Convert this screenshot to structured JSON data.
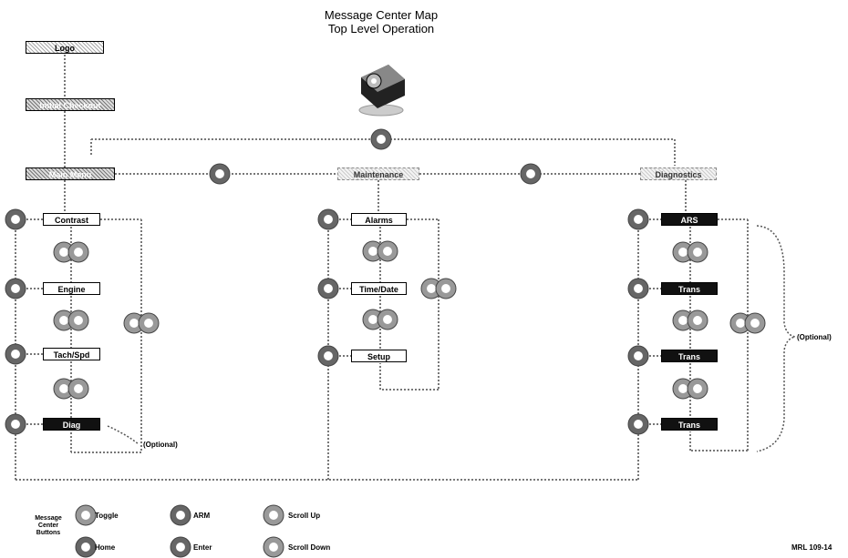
{
  "title": {
    "line1": "Message Center Map",
    "line2": "Top Level Operation"
  },
  "nodes": {
    "logo": "Logo",
    "system_check": "Initial Checkout",
    "main_menu": "Main Menu",
    "center_menu": "Maintenance",
    "right_menu": "Diagnostics",
    "contrast": "Contrast",
    "engine": "Engine",
    "tachspd": "Tach/Spd",
    "left_dark": "Diag",
    "alarms": "Alarms",
    "timedate": "Time/Date",
    "setup": "Setup",
    "r1": "ARS",
    "r2": "Trans",
    "r3": "Trans",
    "r4": "Trans"
  },
  "annotations": {
    "optional_left": "(Optional)",
    "optional_right": "(Optional)"
  },
  "legend": {
    "heading": "Message\nCenter\nButtons",
    "items": [
      {
        "label": "Toggle"
      },
      {
        "label": "ARM"
      },
      {
        "label": "Scroll Up"
      },
      {
        "label": "Home"
      },
      {
        "label": "Enter"
      },
      {
        "label": "Scroll Down"
      }
    ]
  },
  "figure_id": "MRL 109-14",
  "icons": {
    "device": "control-knob-icon",
    "button": "button-icon"
  }
}
